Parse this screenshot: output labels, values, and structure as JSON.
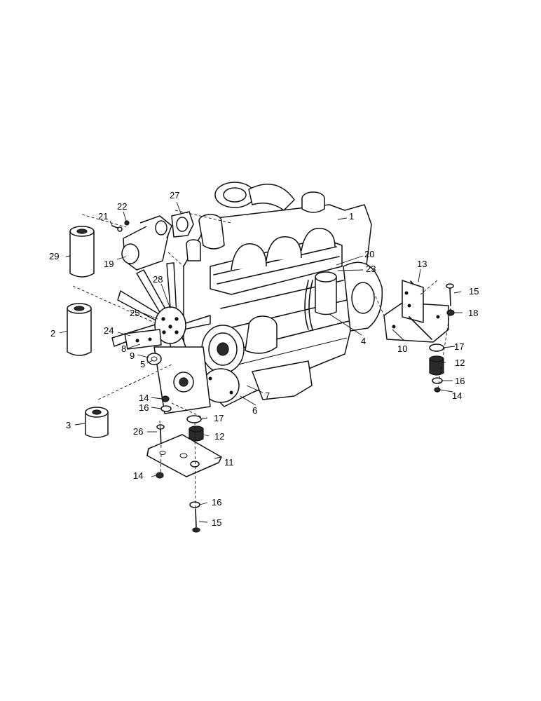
{
  "diagram": {
    "background": "#ffffff",
    "ink": "#111111",
    "callouts": {
      "c1": "1",
      "c2": "2",
      "c3": "3",
      "c4": "4",
      "c5": "5",
      "c6": "6",
      "c7": "7",
      "c8": "8",
      "c9": "9",
      "c10": "10",
      "c11": "11",
      "c12a": "12",
      "c12b": "12",
      "c13": "13",
      "c14a": "14",
      "c14b": "14",
      "c14c": "14",
      "c15a": "15",
      "c15b": "15",
      "c16a": "16",
      "c16b": "16",
      "c16c": "16",
      "c17a": "17",
      "c17b": "17",
      "c18": "18",
      "c19": "19",
      "c20": "20",
      "c21": "21",
      "c22": "22",
      "c23": "23",
      "c24": "24",
      "c25": "25",
      "c26": "26",
      "c27": "27",
      "c28": "28",
      "c29": "29"
    }
  }
}
